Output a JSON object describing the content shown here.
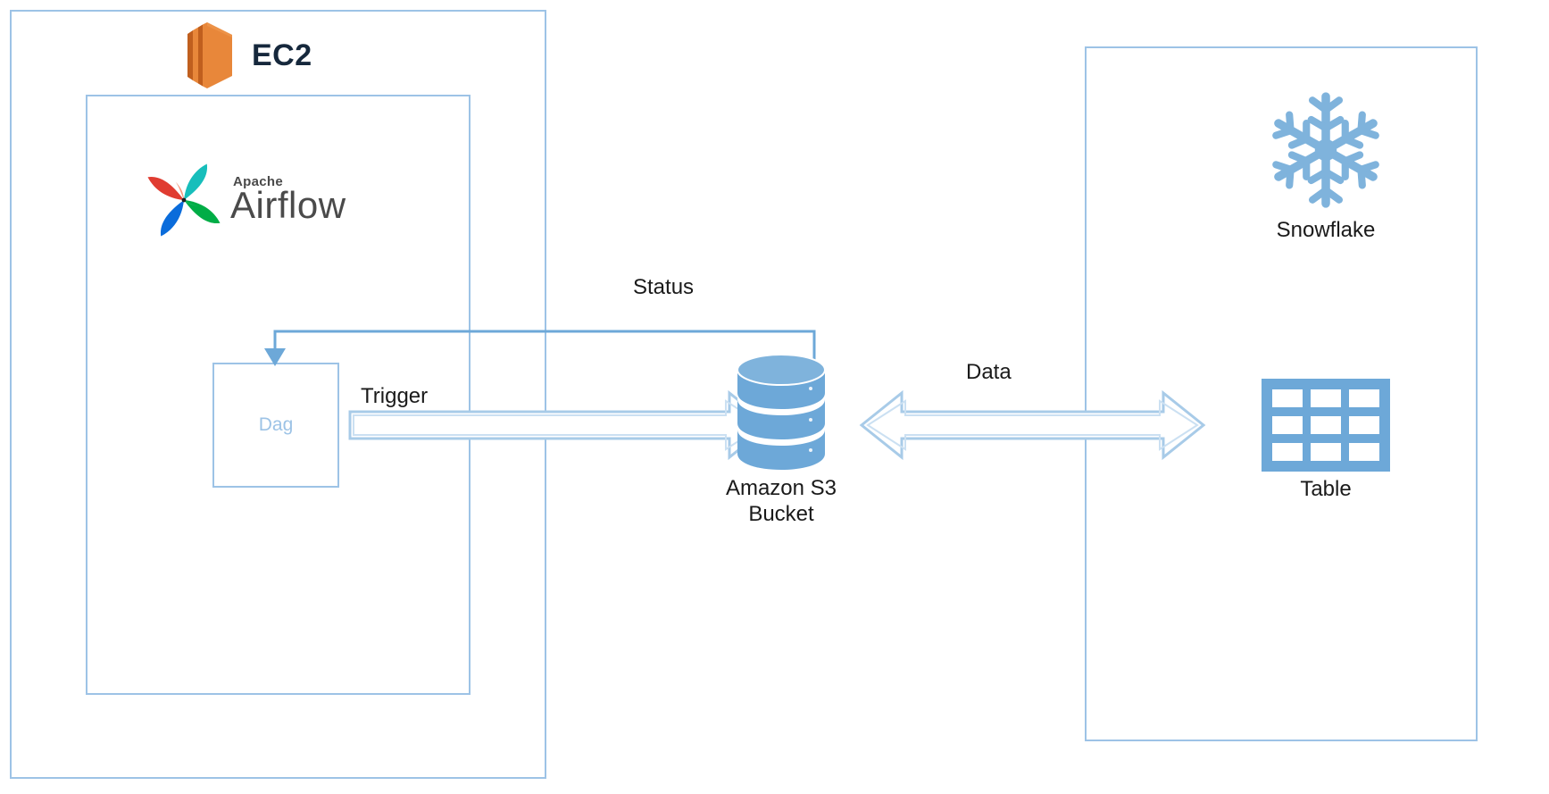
{
  "diagram": {
    "title": "EC2 Airflow to S3 to Snowflake data pipeline",
    "colors": {
      "container_border": "#9DC3E6",
      "arrow_outline": "#9DC3E6",
      "node_blue": "#6DA8D8",
      "snowflake_blue": "#7FB3DC",
      "ec2_orange": "#E8873A",
      "ec2_text": "#16283C",
      "airflow_red": "#E03C31",
      "airflow_teal": "#17BEBB",
      "airflow_blue": "#0A6CDB",
      "airflow_green": "#00AD46",
      "label_text": "#1a1a1a",
      "dag_text": "#9DC3E6",
      "background": "#ffffff"
    }
  },
  "containers": {
    "ec2": {
      "name": "EC2",
      "logo": "aws-ec2-icon"
    },
    "airflow": {
      "name": "Apache Airflow",
      "apache": "Apache",
      "product": "Airflow",
      "logo": "apache-airflow-pinwheel-icon"
    },
    "snowflake": {
      "name": "Snowflake",
      "logo": "snowflake-icon"
    }
  },
  "nodes": [
    {
      "id": "dag",
      "label": "Dag",
      "icon": "dag-box"
    },
    {
      "id": "s3",
      "label": "Amazon S3",
      "label_line2": "Bucket",
      "icon": "database-cylinder-icon"
    },
    {
      "id": "snowflake",
      "label": "Snowflake",
      "icon": "snowflake-icon"
    },
    {
      "id": "table",
      "label": "Table",
      "icon": "grid-table-icon"
    }
  ],
  "edges": [
    {
      "id": "trigger",
      "label": "Trigger",
      "from": "dag",
      "to": "s3",
      "style": "block-arrow",
      "direction": "one-way"
    },
    {
      "id": "status",
      "label": "Status",
      "from": "s3",
      "to": "dag",
      "style": "line-arrow",
      "direction": "one-way"
    },
    {
      "id": "data",
      "label": "Data",
      "from": "s3",
      "to": "table",
      "style": "block-double-arrow",
      "direction": "bidirectional"
    }
  ],
  "labels": {
    "status": "Status",
    "trigger": "Trigger",
    "data": "Data",
    "dag": "Dag",
    "s3_line1": "Amazon S3",
    "s3_line2": "Bucket",
    "snowflake": "Snowflake",
    "table": "Table",
    "ec2": "EC2",
    "airflow_apache": "Apache",
    "airflow_name": "Airflow"
  }
}
